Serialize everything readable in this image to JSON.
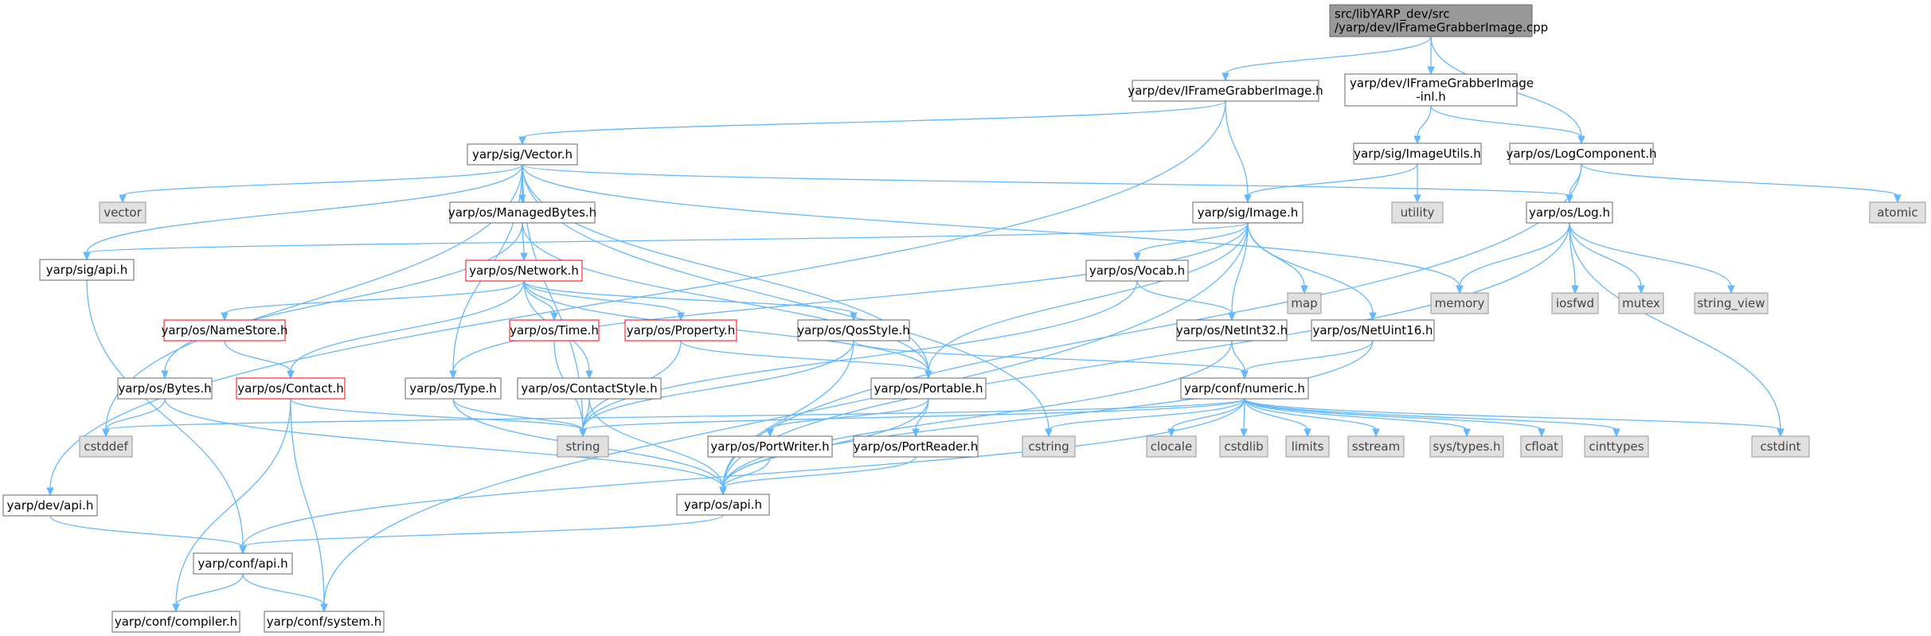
{
  "diagram": {
    "nodes": [
      {
        "id": "root",
        "lines": [
          "src/libYARP_dev/src",
          "/yarp/dev/IFrameGrabberImage.cpp"
        ],
        "kind": "root"
      },
      {
        "id": "dev_ifgi",
        "lines": [
          "yarp/dev/IFrameGrabberImage.h"
        ],
        "kind": "normal"
      },
      {
        "id": "dev_ifgi_inl",
        "lines": [
          "yarp/dev/IFrameGrabberImage",
          "-inl.h"
        ],
        "kind": "normal"
      },
      {
        "id": "logcomp",
        "lines": [
          "yarp/os/LogComponent.h"
        ],
        "kind": "normal"
      },
      {
        "id": "sig_vector",
        "lines": [
          "yarp/sig/Vector.h"
        ],
        "kind": "normal"
      },
      {
        "id": "sig_imageutils",
        "lines": [
          "yarp/sig/ImageUtils.h"
        ],
        "kind": "normal"
      },
      {
        "id": "atomic",
        "lines": [
          "atomic"
        ],
        "kind": "std"
      },
      {
        "id": "vector",
        "lines": [
          "vector"
        ],
        "kind": "std"
      },
      {
        "id": "managedbytes",
        "lines": [
          "yarp/os/ManagedBytes.h"
        ],
        "kind": "normal"
      },
      {
        "id": "sig_image",
        "lines": [
          "yarp/sig/Image.h"
        ],
        "kind": "normal"
      },
      {
        "id": "utility",
        "lines": [
          "utility"
        ],
        "kind": "std"
      },
      {
        "id": "log",
        "lines": [
          "yarp/os/Log.h"
        ],
        "kind": "normal"
      },
      {
        "id": "sig_api",
        "lines": [
          "yarp/sig/api.h"
        ],
        "kind": "normal"
      },
      {
        "id": "network",
        "lines": [
          "yarp/os/Network.h"
        ],
        "kind": "red"
      },
      {
        "id": "map",
        "lines": [
          "map"
        ],
        "kind": "std"
      },
      {
        "id": "memory",
        "lines": [
          "memory"
        ],
        "kind": "std"
      },
      {
        "id": "iosfwd",
        "lines": [
          "iosfwd"
        ],
        "kind": "std"
      },
      {
        "id": "mutex",
        "lines": [
          "mutex"
        ],
        "kind": "std"
      },
      {
        "id": "string_view",
        "lines": [
          "string_view"
        ],
        "kind": "std"
      },
      {
        "id": "vocab",
        "lines": [
          "yarp/os/Vocab.h"
        ],
        "kind": "normal"
      },
      {
        "id": "namestore",
        "lines": [
          "yarp/os/NameStore.h"
        ],
        "kind": "red"
      },
      {
        "id": "time",
        "lines": [
          "yarp/os/Time.h"
        ],
        "kind": "red"
      },
      {
        "id": "property",
        "lines": [
          "yarp/os/Property.h"
        ],
        "kind": "red"
      },
      {
        "id": "qosstyle",
        "lines": [
          "yarp/os/QosStyle.h"
        ],
        "kind": "normal"
      },
      {
        "id": "netint32",
        "lines": [
          "yarp/os/NetInt32.h"
        ],
        "kind": "normal"
      },
      {
        "id": "netuint16",
        "lines": [
          "yarp/os/NetUint16.h"
        ],
        "kind": "normal"
      },
      {
        "id": "bytes",
        "lines": [
          "yarp/os/Bytes.h"
        ],
        "kind": "normal"
      },
      {
        "id": "contact",
        "lines": [
          "yarp/os/Contact.h"
        ],
        "kind": "red"
      },
      {
        "id": "type",
        "lines": [
          "yarp/os/Type.h"
        ],
        "kind": "normal"
      },
      {
        "id": "contactstyle",
        "lines": [
          "yarp/os/ContactStyle.h"
        ],
        "kind": "normal"
      },
      {
        "id": "portable",
        "lines": [
          "yarp/os/Portable.h"
        ],
        "kind": "normal"
      },
      {
        "id": "numeric",
        "lines": [
          "yarp/conf/numeric.h"
        ],
        "kind": "normal"
      },
      {
        "id": "cstddef",
        "lines": [
          "cstddef"
        ],
        "kind": "std"
      },
      {
        "id": "string",
        "lines": [
          "string"
        ],
        "kind": "std"
      },
      {
        "id": "portwriter",
        "lines": [
          "yarp/os/PortWriter.h"
        ],
        "kind": "normal"
      },
      {
        "id": "portreader",
        "lines": [
          "yarp/os/PortReader.h"
        ],
        "kind": "normal"
      },
      {
        "id": "cstring",
        "lines": [
          "cstring"
        ],
        "kind": "std"
      },
      {
        "id": "clocale",
        "lines": [
          "clocale"
        ],
        "kind": "std"
      },
      {
        "id": "cstdlib",
        "lines": [
          "cstdlib"
        ],
        "kind": "std"
      },
      {
        "id": "limits",
        "lines": [
          "limits"
        ],
        "kind": "std"
      },
      {
        "id": "sstream",
        "lines": [
          "sstream"
        ],
        "kind": "std"
      },
      {
        "id": "systypes",
        "lines": [
          "sys/types.h"
        ],
        "kind": "std"
      },
      {
        "id": "cfloat",
        "lines": [
          "cfloat"
        ],
        "kind": "std"
      },
      {
        "id": "cinttypes",
        "lines": [
          "cinttypes"
        ],
        "kind": "std"
      },
      {
        "id": "cstdint",
        "lines": [
          "cstdint"
        ],
        "kind": "std"
      },
      {
        "id": "dev_api",
        "lines": [
          "yarp/dev/api.h"
        ],
        "kind": "normal"
      },
      {
        "id": "os_api",
        "lines": [
          "yarp/os/api.h"
        ],
        "kind": "normal"
      },
      {
        "id": "conf_api",
        "lines": [
          "yarp/conf/api.h"
        ],
        "kind": "normal"
      },
      {
        "id": "compiler",
        "lines": [
          "yarp/conf/compiler.h"
        ],
        "kind": "normal"
      },
      {
        "id": "system",
        "lines": [
          "yarp/conf/system.h"
        ],
        "kind": "normal"
      }
    ],
    "edges": [
      [
        "root",
        "dev_ifgi"
      ],
      [
        "root",
        "dev_ifgi_inl"
      ],
      [
        "root",
        "logcomp"
      ],
      [
        "dev_ifgi",
        "dev_api"
      ],
      [
        "dev_ifgi",
        "sig_vector"
      ],
      [
        "dev_ifgi",
        "sig_image"
      ],
      [
        "dev_ifgi_inl",
        "sig_imageutils"
      ],
      [
        "dev_ifgi_inl",
        "logcomp"
      ],
      [
        "logcomp",
        "log"
      ],
      [
        "logcomp",
        "atomic"
      ],
      [
        "logcomp",
        "os_api"
      ],
      [
        "sig_vector",
        "sig_api"
      ],
      [
        "sig_vector",
        "vector"
      ],
      [
        "sig_vector",
        "managedbytes"
      ],
      [
        "sig_vector",
        "type"
      ],
      [
        "sig_vector",
        "portable"
      ],
      [
        "sig_vector",
        "log"
      ],
      [
        "sig_vector",
        "memory"
      ],
      [
        "sig_vector",
        "cstring"
      ],
      [
        "sig_vector",
        "cstddef"
      ],
      [
        "sig_vector",
        "string"
      ],
      [
        "sig_imageutils",
        "sig_image"
      ],
      [
        "sig_imageutils",
        "utility"
      ],
      [
        "managedbytes",
        "network"
      ],
      [
        "managedbytes",
        "bytes"
      ],
      [
        "managedbytes",
        "portable"
      ],
      [
        "sig_image",
        "sig_api"
      ],
      [
        "sig_image",
        "map"
      ],
      [
        "sig_image",
        "vocab"
      ],
      [
        "sig_image",
        "netint32"
      ],
      [
        "sig_image",
        "netuint16"
      ],
      [
        "sig_image",
        "type"
      ],
      [
        "sig_image",
        "portable"
      ],
      [
        "sig_image",
        "system"
      ],
      [
        "log",
        "memory"
      ],
      [
        "log",
        "iosfwd"
      ],
      [
        "log",
        "mutex"
      ],
      [
        "log",
        "string_view"
      ],
      [
        "log",
        "cstdint"
      ],
      [
        "log",
        "os_api"
      ],
      [
        "sig_api",
        "conf_api"
      ],
      [
        "network",
        "namestore"
      ],
      [
        "network",
        "time"
      ],
      [
        "network",
        "property"
      ],
      [
        "network",
        "qosstyle"
      ],
      [
        "network",
        "contact"
      ],
      [
        "network",
        "contactstyle"
      ],
      [
        "network",
        "portable"
      ],
      [
        "vocab",
        "netint32"
      ],
      [
        "vocab",
        "string"
      ],
      [
        "namestore",
        "contact"
      ],
      [
        "time",
        "string"
      ],
      [
        "property",
        "portable"
      ],
      [
        "property",
        "string"
      ],
      [
        "qosstyle",
        "numeric"
      ],
      [
        "qosstyle",
        "string"
      ],
      [
        "qosstyle",
        "os_api"
      ],
      [
        "netint32",
        "numeric"
      ],
      [
        "netint32",
        "os_api"
      ],
      [
        "netuint16",
        "numeric"
      ],
      [
        "netuint16",
        "os_api"
      ],
      [
        "bytes",
        "cstddef"
      ],
      [
        "bytes",
        "os_api"
      ],
      [
        "contact",
        "string"
      ],
      [
        "contact",
        "compiler"
      ],
      [
        "contact",
        "system"
      ],
      [
        "type",
        "string"
      ],
      [
        "type",
        "os_api"
      ],
      [
        "contactstyle",
        "string"
      ],
      [
        "contactstyle",
        "os_api"
      ],
      [
        "portable",
        "portwriter"
      ],
      [
        "portable",
        "portreader"
      ],
      [
        "portable",
        "os_api"
      ],
      [
        "numeric",
        "cstddef"
      ],
      [
        "numeric",
        "string"
      ],
      [
        "numeric",
        "cstring"
      ],
      [
        "numeric",
        "clocale"
      ],
      [
        "numeric",
        "cstdlib"
      ],
      [
        "numeric",
        "limits"
      ],
      [
        "numeric",
        "sstream"
      ],
      [
        "numeric",
        "systypes"
      ],
      [
        "numeric",
        "cfloat"
      ],
      [
        "numeric",
        "cinttypes"
      ],
      [
        "numeric",
        "cstdint"
      ],
      [
        "numeric",
        "conf_api"
      ],
      [
        "portwriter",
        "os_api"
      ],
      [
        "portreader",
        "os_api"
      ],
      [
        "dev_api",
        "conf_api"
      ],
      [
        "os_api",
        "conf_api"
      ],
      [
        "conf_api",
        "compiler"
      ],
      [
        "conf_api",
        "system"
      ]
    ]
  }
}
